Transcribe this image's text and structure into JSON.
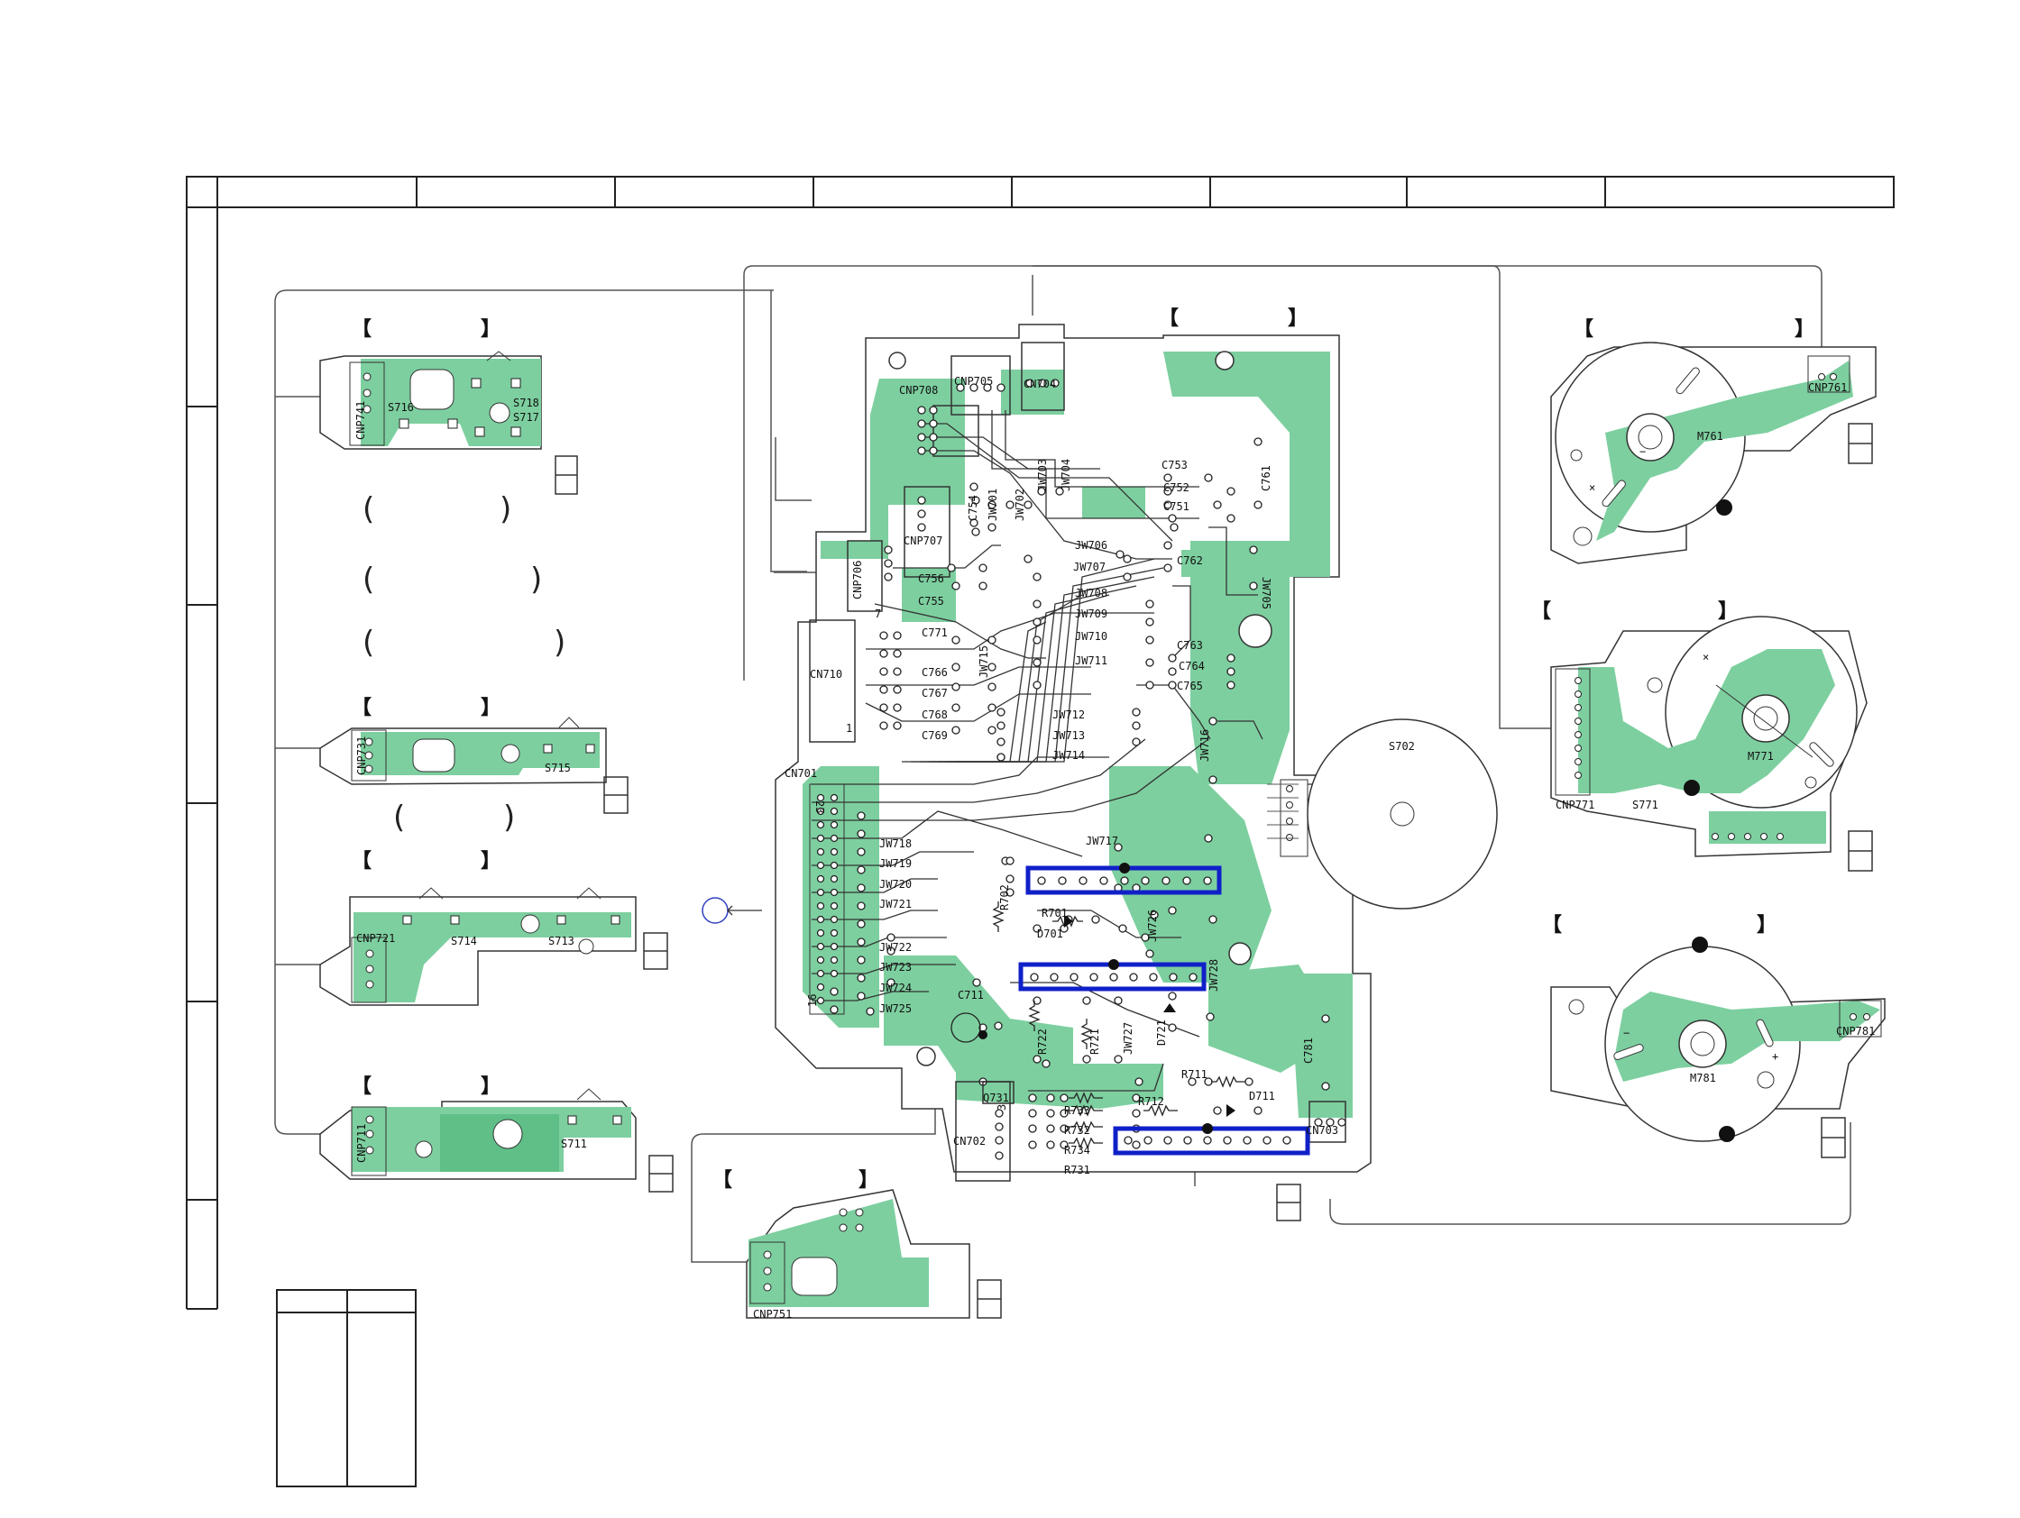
{
  "colors": {
    "copper": "#7dcf9f",
    "copper_dark": "#5fbf87",
    "trace": "#333333",
    "highlight": "#1020c8",
    "frame": "#222222"
  },
  "brackets": {
    "open": "【",
    "close": "】"
  },
  "icons": {
    "pin": "pad-icon",
    "marker": "dot-icon"
  },
  "labels": {
    "cnp741": "CNP741",
    "s716": "S716",
    "s718": "S718",
    "s717": "S717",
    "cnp731": "CNP731",
    "s715": "S715",
    "cnp721": "CNP721",
    "s714": "S714",
    "s713": "S713",
    "cnp711": "CNP711",
    "s711": "S711",
    "cnp751": "CNP751",
    "cnp708": "CNP708",
    "cnp705": "CNP705",
    "cn704": "CN704",
    "cnp707": "CNP707",
    "cnp706": "CNP706",
    "cn710": "CN710",
    "cn701": "CN701",
    "cn702": "CN702",
    "cn703": "CN703",
    "c754": "C754",
    "jw701": "JW701",
    "jw702": "JW702",
    "jw703": "JW703",
    "jw704": "JW704",
    "c753": "C753",
    "c752": "C752",
    "c751": "C751",
    "c761": "C761",
    "jw706": "JW706",
    "jw707": "JW707",
    "jw708": "JW708",
    "jw709": "JW709",
    "jw710": "JW710",
    "jw711": "JW711",
    "jw705": "JW705",
    "c762": "C762",
    "c756": "C756",
    "c755": "C755",
    "c771": "C771",
    "jw715": "JW715",
    "c766": "C766",
    "c767": "C767",
    "c768": "C768",
    "c769": "C769",
    "c763": "C763",
    "c764": "C764",
    "c765": "C765",
    "jw712": "JW712",
    "jw713": "JW713",
    "jw714": "JW714",
    "jw716": "JW716",
    "jw717": "JW717",
    "jw718": "JW718",
    "jw719": "JW719",
    "jw720": "JW720",
    "jw721": "JW721",
    "r702": "R702",
    "r701": "R701",
    "d701": "D701",
    "jw726": "JW726",
    "jw722": "JW722",
    "jw723": "JW723",
    "jw724": "JW724",
    "jw725": "JW725",
    "c711": "C711",
    "jw728": "JW728",
    "r722": "R722",
    "r721": "R721",
    "jw727": "JW727",
    "d721": "D721",
    "r711": "R711",
    "r712": "R712",
    "d711": "D711",
    "c781": "C781",
    "q731": "Q731",
    "r733": "R733",
    "r732": "R732",
    "r734": "R734",
    "r731": "R731",
    "s702": "S702",
    "m761": "M761",
    "cnp761": "CNP761",
    "cnp771": "CNP771",
    "s771": "S771",
    "m771": "M771",
    "m781": "M781",
    "cnp781": "CNP781",
    "pin1": "1",
    "pin7": "7",
    "pin23": "23",
    "pin16": "16",
    "pin3": "3",
    "x": "×",
    "minus": "−",
    "plus": "+"
  }
}
